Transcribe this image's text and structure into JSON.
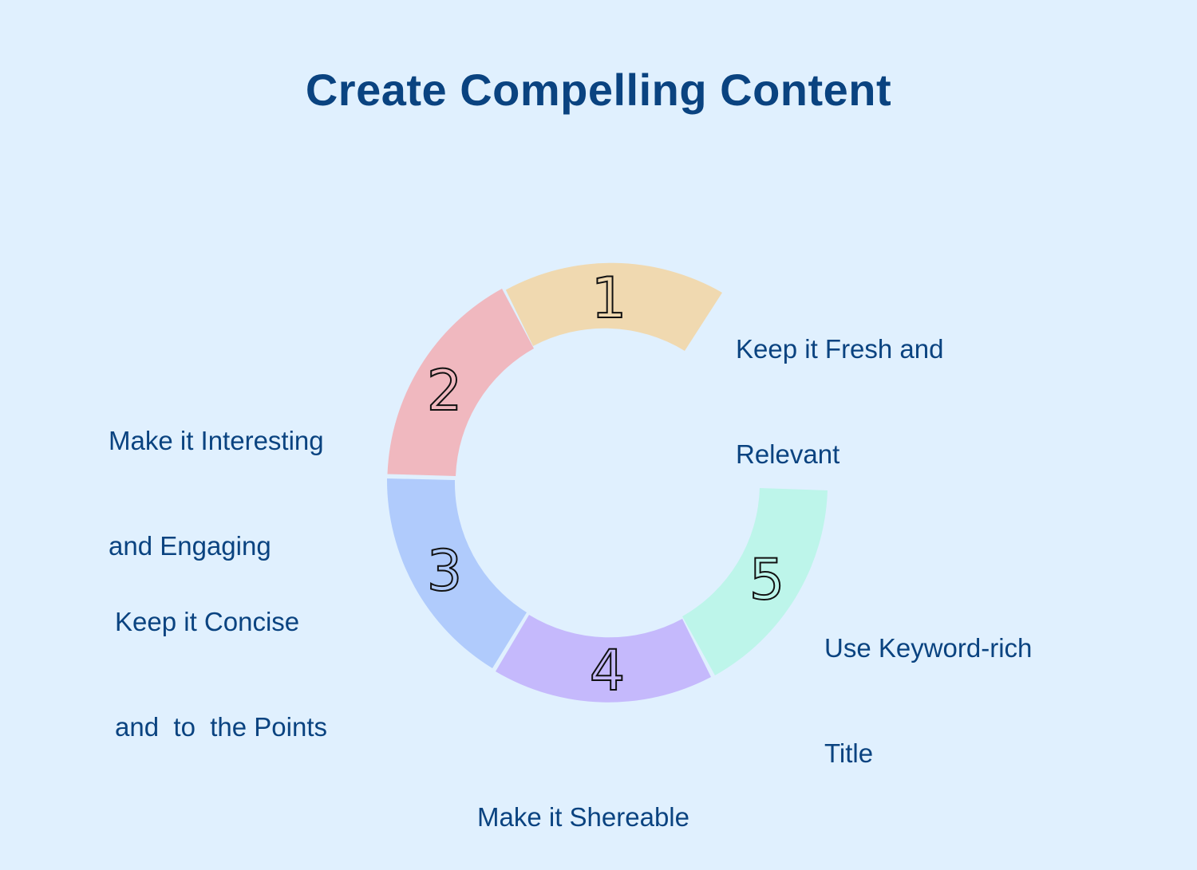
{
  "title": "Create Compelling Content",
  "colors": {
    "background": "#e0f0fe",
    "text": "#0a4380"
  },
  "steps": [
    {
      "number": "1",
      "label_line1": "Keep it Fresh and",
      "label_line2": "Relevant",
      "color": "#f0d9b0"
    },
    {
      "number": "2",
      "label_line1": "Make it Interesting",
      "label_line2": "and Engaging",
      "color": "#f0b8bf"
    },
    {
      "number": "3",
      "label_line1": "Keep it Concise",
      "label_line2": "and  to  the Points",
      "color": "#b0cbfc"
    },
    {
      "number": "4",
      "label_line1": "Make it Shereable",
      "label_line2": "",
      "color": "#c5b9fc"
    },
    {
      "number": "5",
      "label_line1": "Use Keyword-rich",
      "label_line2": "Title",
      "color": "#bdf5ea"
    }
  ]
}
